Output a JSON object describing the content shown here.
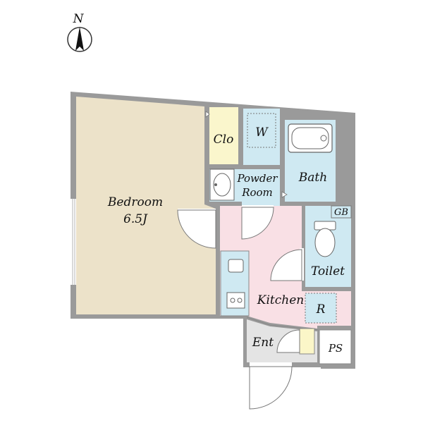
{
  "compass": {
    "label": "N"
  },
  "rooms": {
    "bedroom": {
      "name": "Bedroom",
      "size": "6.5J"
    },
    "closet": {
      "name": "Clo"
    },
    "washer": {
      "name": "W"
    },
    "bath": {
      "name": "Bath"
    },
    "powder_room": {
      "line1": "Powder",
      "line2": "Room"
    },
    "gas_boiler": {
      "name": "GB"
    },
    "toilet": {
      "name": "Toilet"
    },
    "kitchen": {
      "name": "Kitchen"
    },
    "refrigerator": {
      "name": "R"
    },
    "entrance": {
      "name": "Ent"
    },
    "pipe_space": {
      "name": "PS"
    }
  },
  "colors": {
    "wall": "#9a9a9a",
    "bedroom_floor": "#ece2c9",
    "wet_area": "#cfe9f2",
    "kitchen_floor": "#f9e0e5",
    "closet_floor": "#faf6cc",
    "entrance_floor": "#e4e4e4",
    "shoebox": "#fbf6c8"
  }
}
